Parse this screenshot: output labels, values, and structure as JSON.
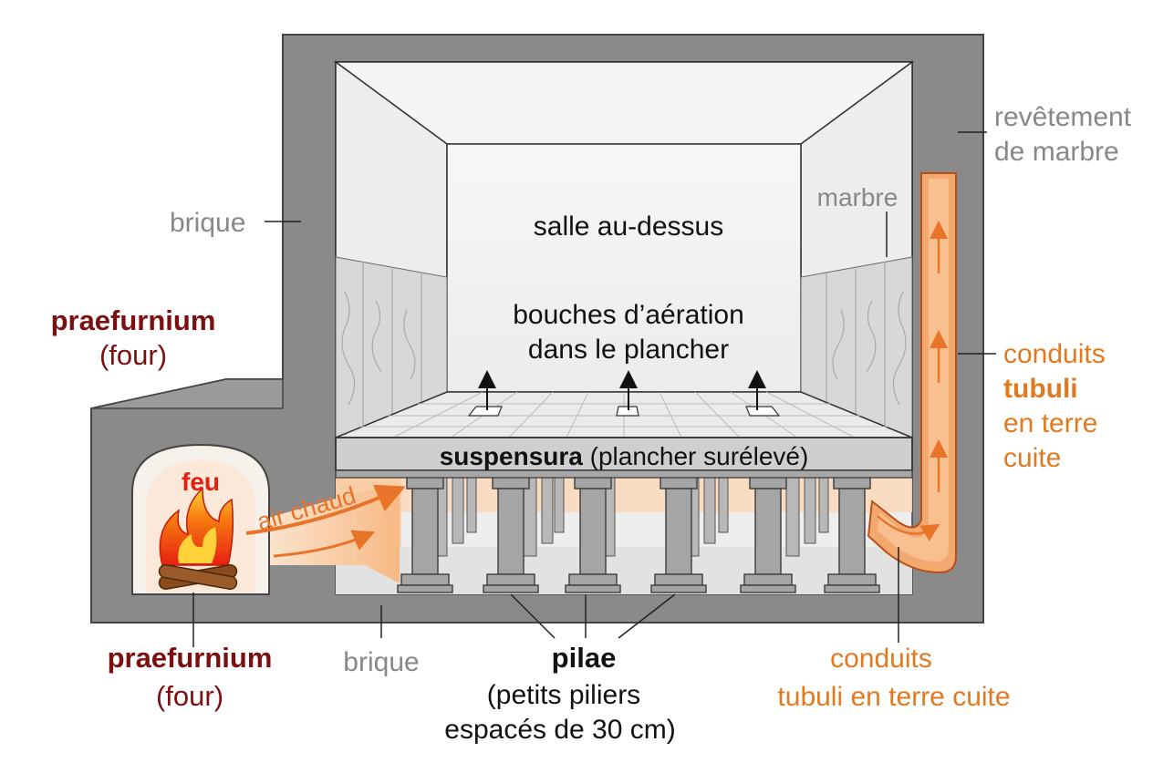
{
  "labels": {
    "room": "salle au-dessus",
    "vents_line1": "bouches d’aération",
    "vents_line2": "dans le plancher",
    "marble": "marbre",
    "marble_cladding_line1": "revêtement",
    "marble_cladding_line2": "de marbre",
    "brick_left": "brique",
    "brick_bottom": "brique",
    "praefurnium_top_line1": "praefurnium",
    "praefurnium_top_line2": "(four)",
    "praefurnium_bottom_line1": "praefurnium",
    "praefurnium_bottom_line2": "(four)",
    "fire": "feu",
    "hot_air": "air chaud",
    "suspensura_bold": "suspensura",
    "suspensura_rest": " (plancher surélevé)",
    "tubuli_right_line1": "conduits",
    "tubuli_right_line2": "tubuli",
    "tubuli_right_line3": "en terre",
    "tubuli_right_line4": "cuite",
    "tubuli_bottom_line1": "conduits",
    "tubuli_bottom_line2": "tubuli en terre cuite",
    "pilae_bold": "pilae",
    "pilae_line2": "(petits piliers",
    "pilae_line3": "espacés de 30 cm)"
  },
  "colors": {
    "brick": "#8a8a8a",
    "room_back": "#f2f2f2",
    "marble": "#d6d6d6",
    "floor": "#e8e8e8",
    "suspensura": "#c8c8c8",
    "pillar": "#a9a9a9",
    "hot_air": "#f9c9a0",
    "flue": "#e07a30",
    "praefurnium_text": "#7a1010",
    "fire_text": "#e02010",
    "tubuli_text": "#e07a20",
    "grey_text": "#888888"
  }
}
